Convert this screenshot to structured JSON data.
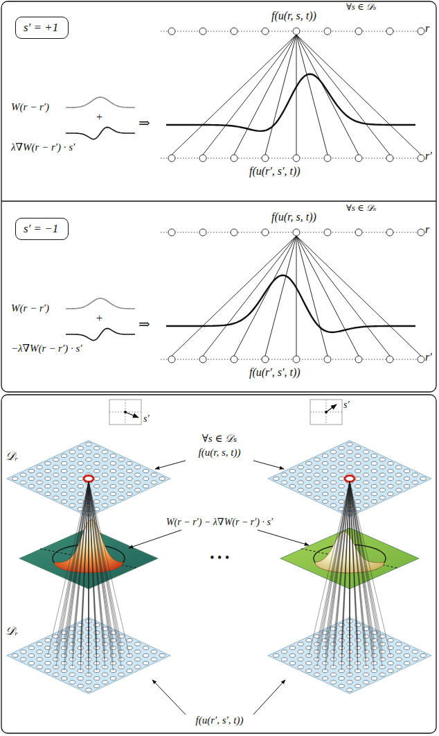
{
  "diagram": {
    "nodes": [
      {
        "text": [
          "s′ = +1"
        ]
      },
      {
        "text": [
          "s′ = −1"
        ]
      }
    ],
    "labels": [
      "f(u(r, s, t))",
      "∀s ∈ 𝒟ₛ",
      "r",
      "W(r − r′)",
      "+",
      "λ∇W(r − r′) · s′",
      "⇒",
      "f(u(r′, s′, t))",
      "r′",
      "f(u(r, s, t))",
      "∀s ∈ 𝒟ₛ",
      "r",
      "W(r − r′)",
      "+",
      "−λ∇W(r − r′) · s′",
      "⇒",
      "f(u(r′, s′, t))",
      "r′",
      "s′",
      "s′",
      "∀s ∈ 𝒟ₛ",
      "f(u(r, s, t))",
      "𝒟ᵣ",
      "W(r − r′) − λ∇W(r − r′) · s′",
      "• • •",
      "𝒟ᵣ",
      "f(u(r′, s′, t))"
    ]
  }
}
